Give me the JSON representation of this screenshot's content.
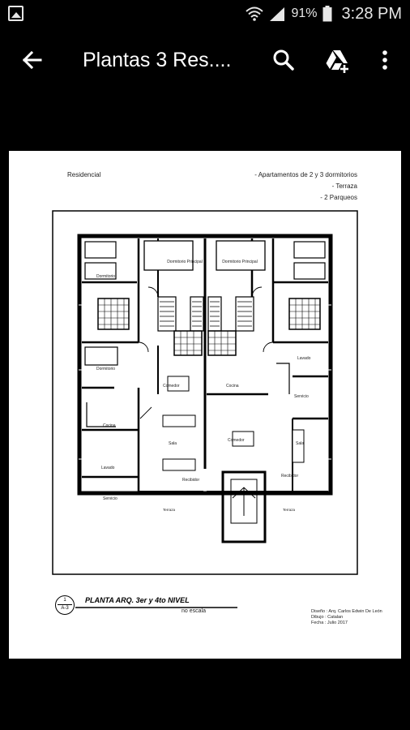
{
  "status_bar": {
    "battery_percent": "91%",
    "time": "3:28 PM"
  },
  "app_bar": {
    "title": "Plantas 3 Res...."
  },
  "document": {
    "header_left": "Residencial",
    "header_right": [
      "- Apartamentos de 2 y 3 dormitorios",
      "- Terraza",
      "- 2 Parqueos"
    ],
    "rooms": {
      "dormitorio_principal": "Dormitorio Principal",
      "dormitorio": "Dormitorio",
      "comedor": "Comedor",
      "cocina": "Cocina",
      "sala": "Sala",
      "lavado": "Lavado",
      "servicio": "Servicio",
      "recibidor": "Recibidor",
      "terraza": "Terraza"
    },
    "title_block": {
      "sheet_number": "1",
      "sheet_code": "A-3",
      "title": "PLANTA ARQ. 3er y 4to NIVEL",
      "scale": "no escala",
      "credits": [
        "Diseño : Arq. Carlos Edwin De León",
        "Dibujo : Catalan",
        "Fecha : Julio 2017"
      ]
    }
  }
}
